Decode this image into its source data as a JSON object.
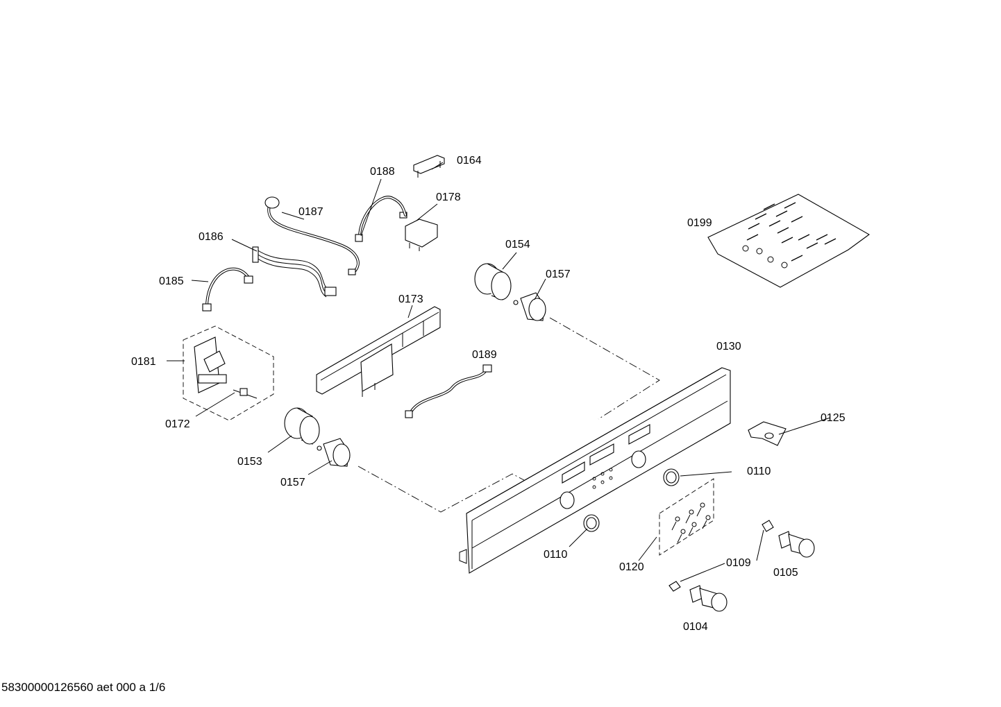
{
  "labels": {
    "p0188": "0188",
    "p0164": "0164",
    "p0178": "0178",
    "p0187": "0187",
    "p0186": "0186",
    "p0185": "0185",
    "p0199": "0199",
    "p0154": "0154",
    "p0157a": "0157",
    "p0173": "0173",
    "p0130": "0130",
    "p0181": "0181",
    "p0189": "0189",
    "p0172": "0172",
    "p0125": "0125",
    "p0153": "0153",
    "p0157b": "0157",
    "p0110a": "0110",
    "p0110b": "0110",
    "p0120": "0120",
    "p0109": "0109",
    "p0105": "0105",
    "p0104": "0104"
  },
  "footer": {
    "doc_id": "58300000126560 aet 000 a 1/6"
  }
}
